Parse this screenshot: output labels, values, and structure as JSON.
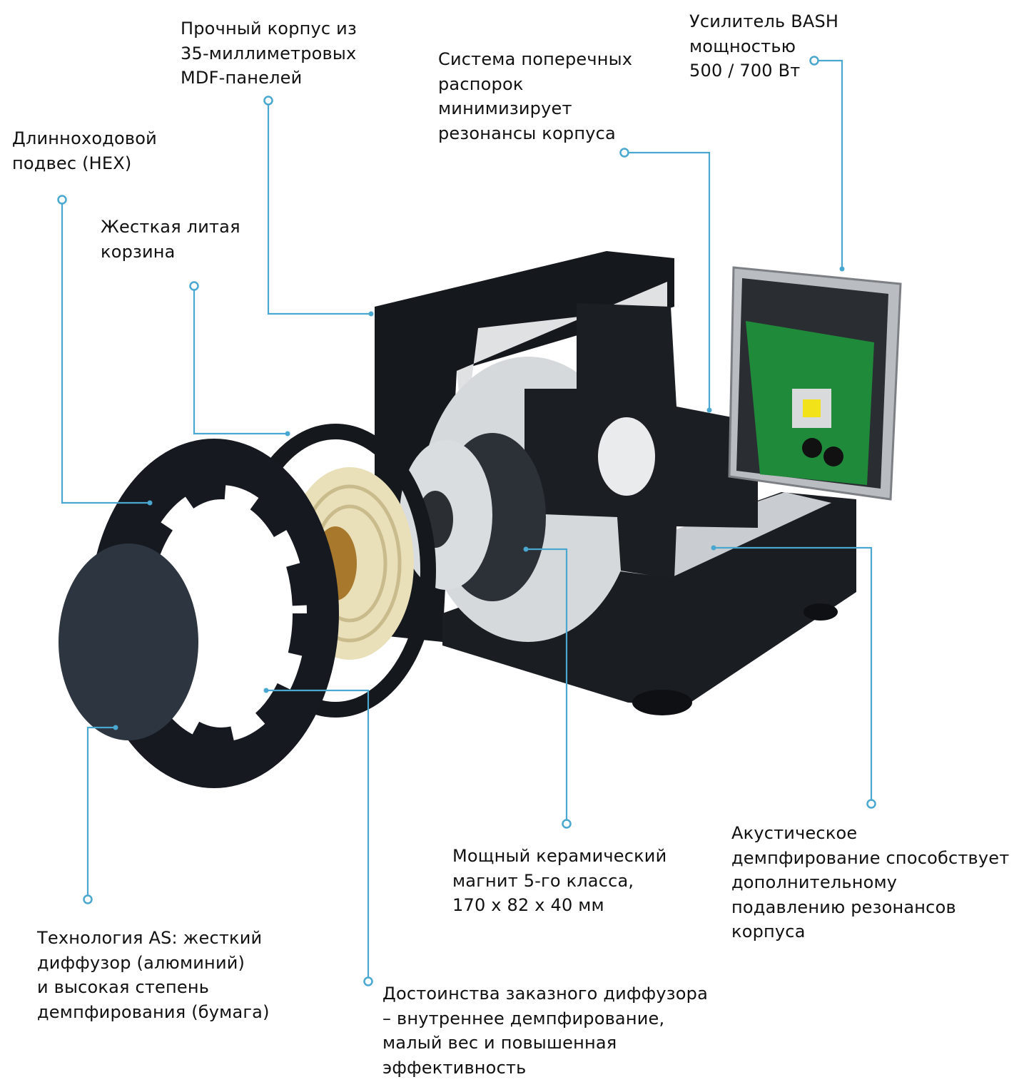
{
  "colors": {
    "leader": "#4aa8d0",
    "cabinet": "#15181d",
    "foam": "#e4e6e8",
    "pcb": "#1f8a3a",
    "cone": "#e9dfb8"
  },
  "callouts": [
    {
      "id": "cabinet",
      "lines": [
        "Прочный корпус из",
        "35-миллиметровых",
        "MDF-панелей"
      ]
    },
    {
      "id": "bracing",
      "lines": [
        "Система поперечных",
        "распорок",
        "минимизирует",
        "резонансы корпуса"
      ]
    },
    {
      "id": "amplifier",
      "lines": [
        "Усилитель BASH",
        "мощностью",
        "500 / 700 Вт"
      ]
    },
    {
      "id": "surround",
      "lines": [
        "Длинноходовой",
        "подвес (HEX)"
      ]
    },
    {
      "id": "basket",
      "lines": [
        "Жесткая литая",
        "корзина"
      ]
    },
    {
      "id": "magnet",
      "lines": [
        "Мощный керамический",
        "магнит 5-го класса,",
        "170 x 82 x 40 мм"
      ]
    },
    {
      "id": "damping",
      "lines": [
        "Акустическое",
        "демпфирование способствует",
        "дополнительному",
        "подавлению резонансов",
        "корпуса"
      ]
    },
    {
      "id": "as-tech",
      "lines": [
        "Технология AS: жесткий",
        "диффузор (алюминий)",
        "и высокая степень",
        "демпфирования (бумага)"
      ]
    },
    {
      "id": "cone",
      "lines": [
        "Достоинства заказного диффузора",
        "– внутреннее демпфирование,",
        "малый вес и повышенная",
        "эффективность"
      ]
    }
  ]
}
